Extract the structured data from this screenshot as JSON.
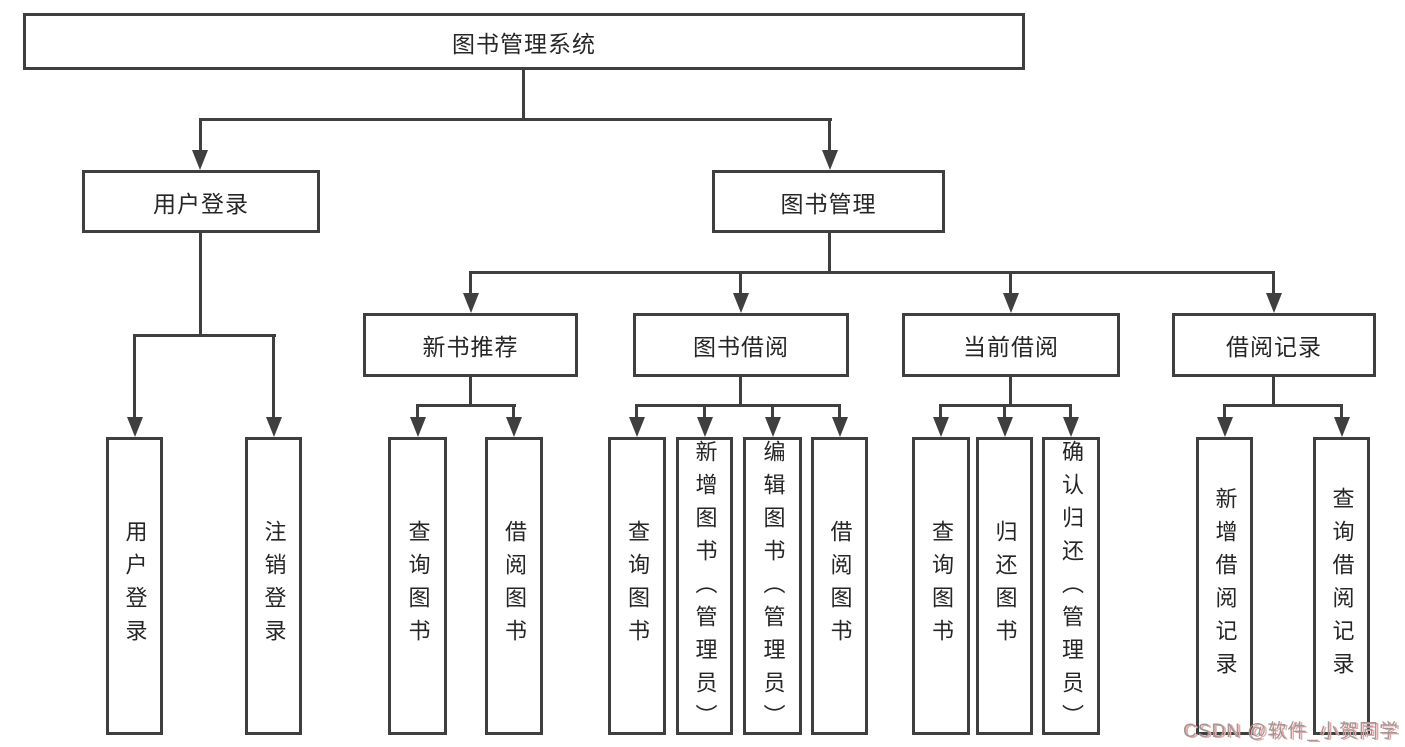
{
  "tree": {
    "root": "图书管理系统",
    "children": [
      {
        "label": "用户登录",
        "children": [
          "用户登录",
          "注销登录"
        ]
      },
      {
        "label": "图书管理",
        "children": [
          {
            "label": "新书推荐",
            "children": [
              "查询图书",
              "借阅图书"
            ]
          },
          {
            "label": "图书借阅",
            "children": [
              "查询图书",
              "新增图书（管理员）",
              "编辑图书（管理员）",
              "借阅图书"
            ]
          },
          {
            "label": "当前借阅",
            "children": [
              "查询图书",
              "归还图书",
              "确认归还（管理员）"
            ]
          },
          {
            "label": "借阅记录",
            "children": [
              "新增借阅记录",
              "查询借阅记录"
            ]
          }
        ]
      }
    ]
  },
  "watermark": {
    "text": "CSDN @软件_小贺同学"
  },
  "colors": {
    "background": "#ffffff",
    "line": "#3f3f3f",
    "box_border": "#3f3f3f",
    "text": "#262626",
    "watermark": "#9a9a9a",
    "watermark_accent": "#f0a3a3"
  }
}
